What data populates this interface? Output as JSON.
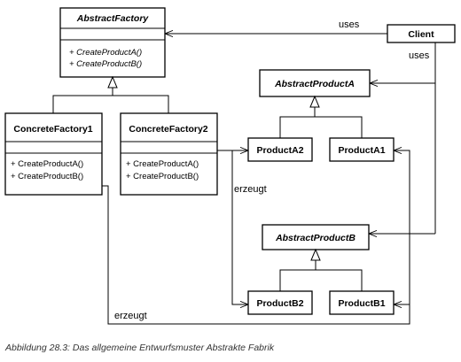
{
  "diagram": {
    "classes": {
      "abstract_factory": {
        "name": "AbstractFactory",
        "methods": [
          "+ CreateProductA()",
          "+ CreateProductB()"
        ]
      },
      "concrete_factory1": {
        "name": "ConcreteFactory1",
        "methods": [
          "+ CreateProductA()",
          "+ CreateProductB()"
        ]
      },
      "concrete_factory2": {
        "name": "ConcreteFactory2",
        "methods": [
          "+ CreateProductA()",
          "+ CreateProductB()"
        ]
      },
      "client": {
        "name": "Client"
      },
      "abstract_product_a": {
        "name": "AbstractProductA"
      },
      "product_a2": {
        "name": "ProductA2"
      },
      "product_a1": {
        "name": "ProductA1"
      },
      "abstract_product_b": {
        "name": "AbstractProductB"
      },
      "product_b2": {
        "name": "ProductB2"
      },
      "product_b1": {
        "name": "ProductB1"
      }
    },
    "labels": {
      "uses_factory": "uses",
      "uses_products": "uses",
      "creates_a": "erzeugt",
      "creates_b": "erzeugt"
    }
  },
  "caption": "Abbildung 28.3: Das allgemeine Entwurfsmuster Abstrakte Fabrik"
}
